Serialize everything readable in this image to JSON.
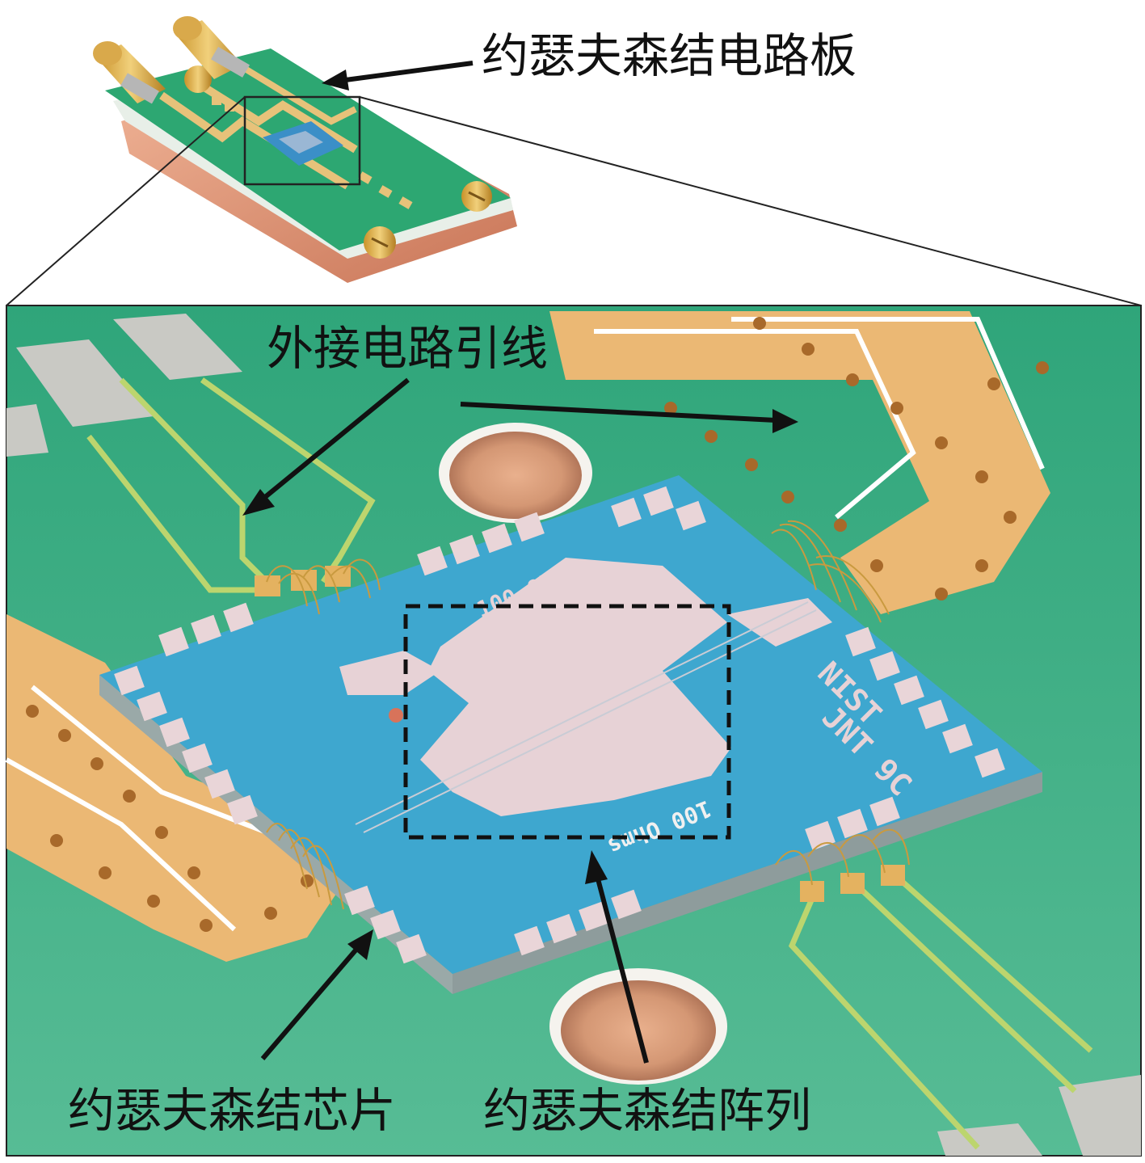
{
  "labels": {
    "board": "约瑟夫森结电路板",
    "leads": "外接电路引线",
    "chip": "约瑟夫森结芯片",
    "array": "约瑟夫森结阵列"
  },
  "chip_markings": {
    "resistor_top": "100 Ohms",
    "resistor_bottom": "100 Ohms",
    "logo": "NIST",
    "model": "JNT 9C"
  },
  "colors": {
    "pcb_green": "#2fa77b",
    "gold_trace": "#eab870",
    "chip_blue": "#3ea7cf",
    "pad_pink": "#e9d5d8",
    "copper": "#d98f70"
  }
}
